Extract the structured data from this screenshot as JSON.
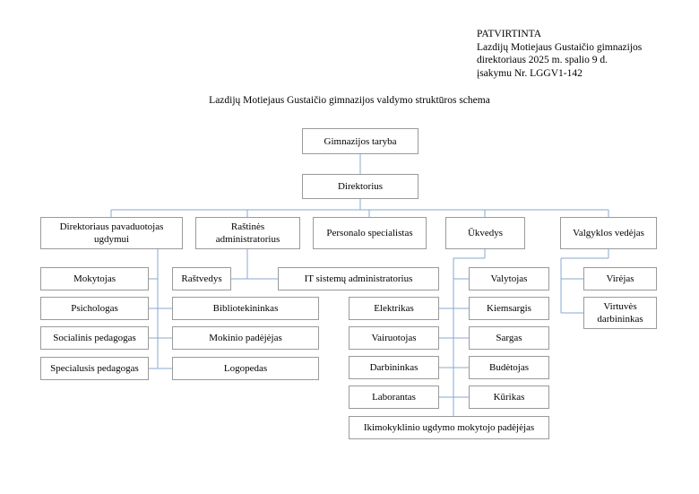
{
  "document": {
    "approval_block": [
      "PATVIRTINTA",
      "Lazdijų Motiejaus Gustaičio gimnazijos",
      "direktoriaus 2025 m. spalio 9 d.",
      "įsakymu Nr. LGGV1-142"
    ],
    "chart_title": "Lazdijų Motiejaus Gustaičio gimnazijos valdymo struktūros schema"
  },
  "colors": {
    "box_border": "#9a9a9a",
    "connector": "#8aa9cf",
    "background": "#ffffff",
    "text": "#000000"
  },
  "chart_data": {
    "type": "diagram",
    "title": "Lazdijų Motiejaus Gustaičio gimnazijos valdymo struktūros schema",
    "nodes": [
      {
        "id": "taryba",
        "label": "Gimnazijos taryba",
        "level": 0
      },
      {
        "id": "direktorius",
        "label": "Direktorius",
        "level": 1
      },
      {
        "id": "pavaduotojas",
        "label": "Direktoriaus pavaduotojas ugdymui",
        "level": 2
      },
      {
        "id": "rastine",
        "label": "Raštinės administratorius",
        "level": 2
      },
      {
        "id": "personalas",
        "label": "Personalo specialistas",
        "level": 2
      },
      {
        "id": "ukvedys",
        "label": "Ūkvedys",
        "level": 2
      },
      {
        "id": "valgykla",
        "label": "Valgyklos vedėjas",
        "level": 2
      },
      {
        "id": "mokytojas",
        "label": "Mokytojas",
        "level": 3,
        "parent": "pavaduotojas"
      },
      {
        "id": "psichologas",
        "label": "Psichologas",
        "level": 3,
        "parent": "pavaduotojas"
      },
      {
        "id": "socped",
        "label": "Socialinis pedagogas",
        "level": 3,
        "parent": "pavaduotojas"
      },
      {
        "id": "specped",
        "label": "Specialusis pedagogas",
        "level": 3,
        "parent": "pavaduotojas"
      },
      {
        "id": "bibliotek",
        "label": "Bibliotekininkas",
        "level": 3,
        "parent": "pavaduotojas"
      },
      {
        "id": "mokpadejejas",
        "label": "Mokinio padėjėjas",
        "level": 3,
        "parent": "pavaduotojas"
      },
      {
        "id": "logopedas",
        "label": "Logopedas",
        "level": 3,
        "parent": "pavaduotojas"
      },
      {
        "id": "rastvedys",
        "label": "Raštvedys",
        "level": 3,
        "parent": "rastine"
      },
      {
        "id": "itadmin",
        "label": "IT sistemų administratorius",
        "level": 3,
        "parent": "rastine"
      },
      {
        "id": "elektrikas",
        "label": "Elektrikas",
        "level": 3,
        "parent": "ukvedys"
      },
      {
        "id": "vairuotojas",
        "label": "Vairuotojas",
        "level": 3,
        "parent": "ukvedys"
      },
      {
        "id": "darbininkas",
        "label": "Darbininkas",
        "level": 3,
        "parent": "ukvedys"
      },
      {
        "id": "laborantas",
        "label": "Laborantas",
        "level": 3,
        "parent": "ukvedys"
      },
      {
        "id": "valytojas",
        "label": "Valytojas",
        "level": 3,
        "parent": "ukvedys"
      },
      {
        "id": "kiemsargis",
        "label": "Kiemsargis",
        "level": 3,
        "parent": "ukvedys"
      },
      {
        "id": "sargas",
        "label": "Sargas",
        "level": 3,
        "parent": "ukvedys"
      },
      {
        "id": "budetojas",
        "label": "Budėtojas",
        "level": 3,
        "parent": "ukvedys"
      },
      {
        "id": "kurikas",
        "label": "Kūrikas",
        "level": 3,
        "parent": "ukvedys"
      },
      {
        "id": "ikimokyklinis",
        "label": "Ikimokyklinio ugdymo mokytojo padėjėjas",
        "level": 3,
        "parent": "ukvedys"
      },
      {
        "id": "virejas",
        "label": "Virėjas",
        "level": 3,
        "parent": "valgykla"
      },
      {
        "id": "virtuves",
        "label": "Virtuvės darbininkas",
        "level": 3,
        "parent": "valgykla"
      }
    ],
    "edges": [
      [
        "taryba",
        "direktorius"
      ],
      [
        "direktorius",
        "pavaduotojas"
      ],
      [
        "direktorius",
        "rastine"
      ],
      [
        "direktorius",
        "personalas"
      ],
      [
        "direktorius",
        "ukvedys"
      ],
      [
        "direktorius",
        "valgykla"
      ],
      [
        "pavaduotojas",
        "mokytojas"
      ],
      [
        "pavaduotojas",
        "psichologas"
      ],
      [
        "pavaduotojas",
        "socped"
      ],
      [
        "pavaduotojas",
        "specped"
      ],
      [
        "pavaduotojas",
        "bibliotek"
      ],
      [
        "pavaduotojas",
        "mokpadejejas"
      ],
      [
        "pavaduotojas",
        "logopedas"
      ],
      [
        "rastine",
        "rastvedys"
      ],
      [
        "rastine",
        "itadmin"
      ],
      [
        "ukvedys",
        "elektrikas"
      ],
      [
        "ukvedys",
        "vairuotojas"
      ],
      [
        "ukvedys",
        "darbininkas"
      ],
      [
        "ukvedys",
        "laborantas"
      ],
      [
        "ukvedys",
        "valytojas"
      ],
      [
        "ukvedys",
        "kiemsargis"
      ],
      [
        "ukvedys",
        "sargas"
      ],
      [
        "ukvedys",
        "budetojas"
      ],
      [
        "ukvedys",
        "kurikas"
      ],
      [
        "ukvedys",
        "ikimokyklinis"
      ],
      [
        "valgykla",
        "virejas"
      ],
      [
        "valgykla",
        "virtuves"
      ]
    ]
  }
}
